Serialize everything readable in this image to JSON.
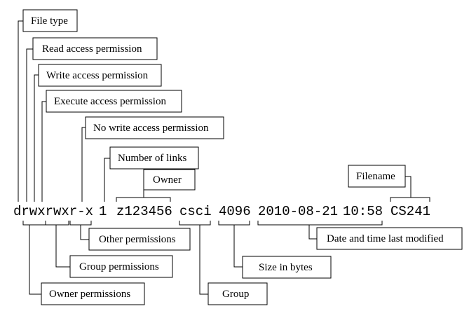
{
  "listing": {
    "perm_string": "drwxrwxr-x",
    "links": "1",
    "owner": "z123456",
    "group": "csci",
    "size": "4096",
    "date": "2010-08-21",
    "time": "10:58",
    "filename": "CS241"
  },
  "labels": {
    "file_type": "File type",
    "read_access": "Read access permission",
    "write_access": "Write access permission",
    "execute_access": "Execute access permission",
    "no_write_access": "No write access permission",
    "number_of_links": "Number of links",
    "owner": "Owner",
    "filename": "Filename",
    "other_permissions": "Other permissions",
    "date_time_modified": "Date and time last modified",
    "group_permissions": "Group permissions",
    "size_in_bytes": "Size in bytes",
    "owner_permissions": "Owner permissions",
    "group": "Group"
  }
}
